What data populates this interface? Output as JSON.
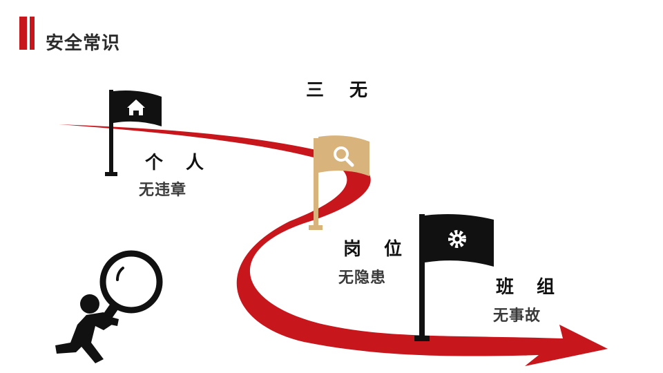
{
  "header": {
    "title": "安全常识"
  },
  "diagram": {
    "heading": "三 无",
    "stages": [
      {
        "title": "个 人",
        "subtitle": "无违章",
        "icon": "home-icon",
        "flag_color": "#111111"
      },
      {
        "title": "岗 位",
        "subtitle": "无隐患",
        "icon": "search-icon",
        "flag_color": "#d8b47c"
      },
      {
        "title": "班 组",
        "subtitle": "无事故",
        "icon": "gear-icon",
        "flag_color": "#111111"
      }
    ]
  },
  "colors": {
    "accent": "#c8161d",
    "path": "#c8161d",
    "gold": "#d8b47c",
    "dark": "#111111"
  }
}
